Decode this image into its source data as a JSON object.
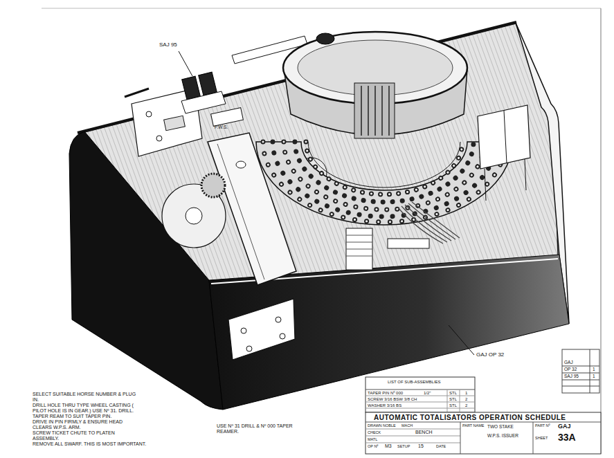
{
  "diagram": {
    "title": "AUTOMATIC TOTALISATORS OPERATION SCHEDULE",
    "labels": [
      "SAJ 95",
      "P.W.S.",
      "GAJ OP 32",
      "SELECT SUITABLE HORSE NUMBER & PLUG IN.",
      "DRILL HOLE THRU TYPE WHEEL CASTING ( PILOT HOLE IS IN GEAR.) USE Nº 31. DRILL.",
      "TAPER REAM TO SUIT TAPER PIN.",
      "DRIVE IN PIN FIRMLY & ENSURE HEAD CLEARS W.P.S. ARM.",
      "SCREW TICKET CHUTE TO PLATEN ASSEMBLY.",
      "REMOVE ALL SWARF. THIS IS MOST IMPORTANT.",
      "USE Nº 31 DRILL & Nº 000 TAPER REAMER.",
      "GAJ",
      "OP 32",
      "SAJ 95",
      "1",
      "1",
      "LIST OF SUB-ASSEMBLIES",
      "TAPER PIN Nº 000",
      "1/2\"",
      "STL",
      "1",
      "SCREW 3/16 BSW 3/8 CH",
      "STL",
      "2",
      "WASHER 3/16 BS",
      "STL",
      "2",
      "DRAWN NOBLE",
      "MACH",
      "BENCH",
      "CHECK",
      "MATL",
      "OP Nº",
      "M3",
      "SETUP",
      "15",
      "DATE",
      "PART NAME",
      "TWO STAKE",
      "W.P.S. ISSUER",
      "PART Nº",
      "GAJ",
      "SHEET",
      "33A"
    ]
  }
}
